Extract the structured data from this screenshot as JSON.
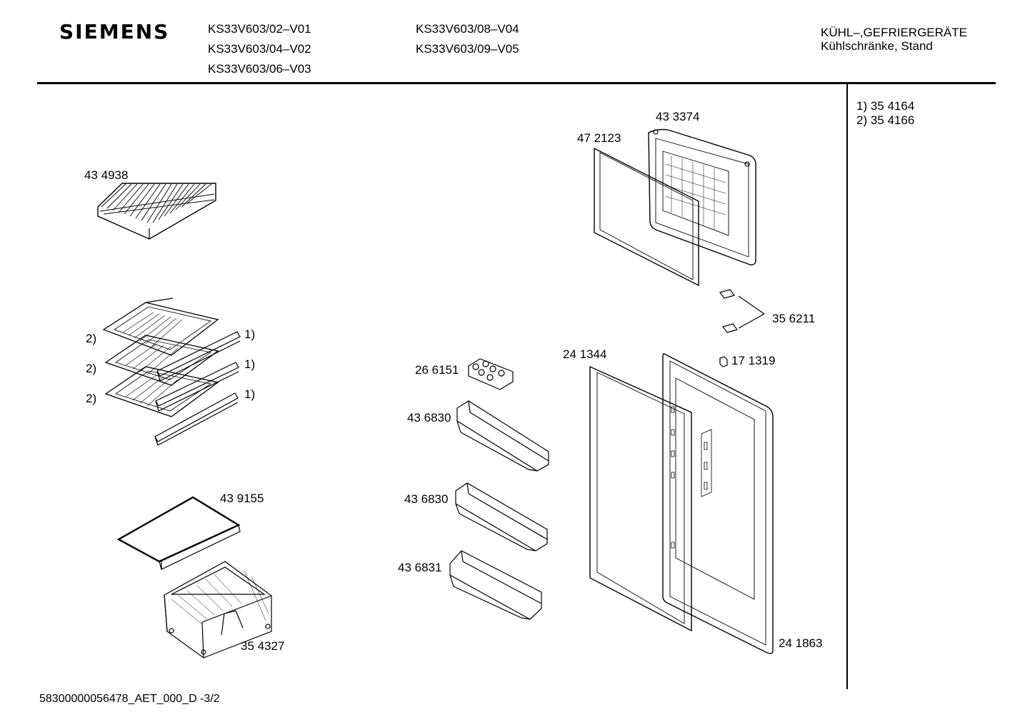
{
  "header": {
    "brand": "SIEMENS",
    "models_col1": [
      "KS33V603/02–V01",
      "KS33V603/04–V02",
      "KS33V603/06–V03"
    ],
    "models_col2": [
      "KS33V603/08–V04",
      "KS33V603/09–V05"
    ],
    "category_line1": "KÜHL–,GEFRIERGERÄTE",
    "category_line2": "Kühlschränke, Stand"
  },
  "legend": {
    "item1": "1)  35 4164",
    "item2": "2)  35 4166"
  },
  "parts": {
    "wire_shelf": "43 4938",
    "footnote_2": "2)",
    "footnote_1": "1)",
    "glass_shelf": "43 9155",
    "crisper_drawer": "35 4327",
    "freezer_door": "43 3374",
    "freezer_gasket": "47 2123",
    "hinge_parts": "35 6211",
    "egg_tray": "26 6151",
    "door_shelf_a": "43 6830",
    "door_shelf_b": "43 6830",
    "door_shelf_c": "43 6831",
    "fridge_gasket": "24 1344",
    "cap": "17 1319",
    "fridge_door": "24 1863"
  },
  "footer": {
    "doc_id": "58300000056478_AET_000_D -3/2"
  }
}
